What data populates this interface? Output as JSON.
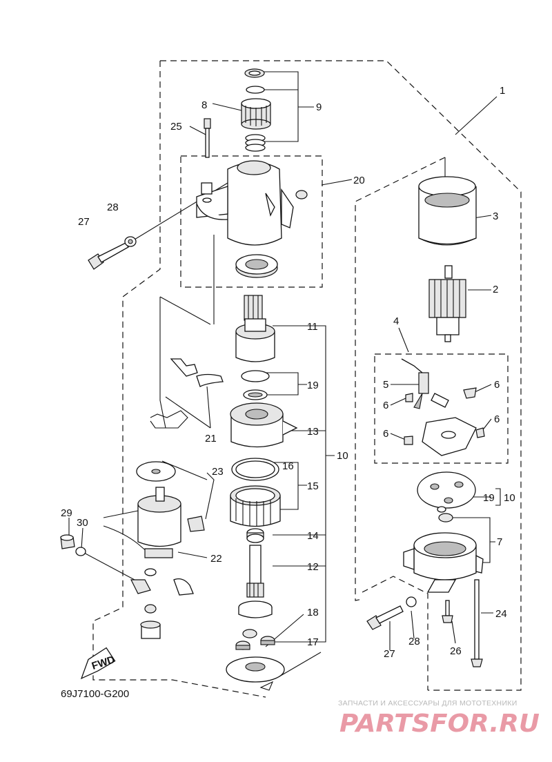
{
  "diagram_code": "69J7100-G200",
  "fwd_label": "FWD",
  "watermark": {
    "tagline": "ЗАПЧАСТИ И АКСЕССУАРЫ ДЛЯ МОТОТЕХНИКИ",
    "brand": "PARTSFOR.RU"
  },
  "callouts": {
    "n1": "1",
    "n2": "2",
    "n3": "3",
    "n4": "4",
    "n5": "5",
    "n6a": "6",
    "n6b": "6",
    "n6c": "6",
    "n6d": "6",
    "n7": "7",
    "n8": "8",
    "n9": "9",
    "n10a": "10",
    "n10b": "10",
    "n11": "11",
    "n12": "12",
    "n13": "13",
    "n14": "14",
    "n15": "15",
    "n16": "16",
    "n17": "17",
    "n18": "18",
    "n19a": "19",
    "n19b": "19",
    "n20": "20",
    "n21": "21",
    "n22": "22",
    "n23": "23",
    "n24": "24",
    "n25": "25",
    "n26": "26",
    "n27a": "27",
    "n27b": "27",
    "n28a": "28",
    "n28b": "28",
    "n29": "29",
    "n30": "30"
  }
}
